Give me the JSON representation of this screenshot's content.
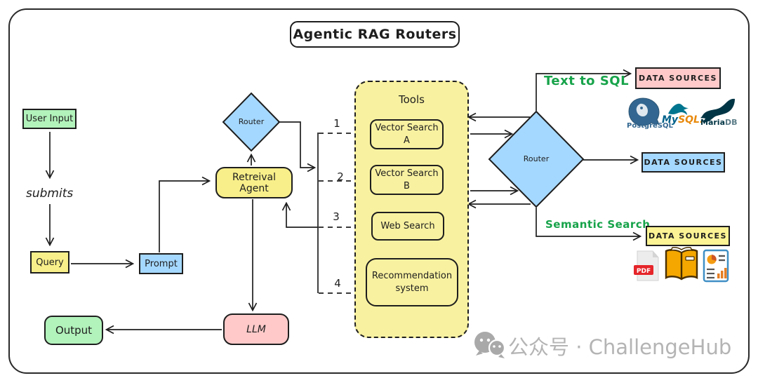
{
  "title": "Agentic RAG Routers",
  "flow": {
    "user_input": "User Input",
    "submits": "submits",
    "query": "Query",
    "prompt": "Prompt",
    "retrieval_agent": "Retreival Agent",
    "llm": "LLM",
    "output": "Output"
  },
  "routers": {
    "left": {
      "label": "Router"
    },
    "right": {
      "label": "Router"
    }
  },
  "tools": {
    "title": "Tools",
    "items": [
      {
        "label": "Vector Search A"
      },
      {
        "label": "Vector Search B"
      },
      {
        "label": "Web Search"
      },
      {
        "label": "Recommendation system"
      }
    ]
  },
  "branches": [
    "1",
    "2",
    "3",
    "4"
  ],
  "routes": {
    "text_to_sql": "Text to SQL",
    "semantic_search": "Semantic Search"
  },
  "data_sources": [
    {
      "label": "DATA SOURCES",
      "color": "#ffc9c9"
    },
    {
      "label": "DATA SOURCES",
      "color": "#a5d8ff"
    },
    {
      "label": "DATA SOURCES",
      "color": "#fbf394"
    }
  ],
  "logos": {
    "postgresql": {
      "name": "PostgreSQL"
    },
    "mysql": {
      "primary": "My",
      "accent": "SQL."
    },
    "mariadb": {
      "primary": "Maria",
      "accent": "DB"
    }
  },
  "doc_icons": {
    "pdf_badge": "PDF"
  },
  "watermark": {
    "text": "公众号 · ChallengeHub"
  },
  "colors": {
    "green_fill": "#b2f2bb",
    "yellow_fill": "#f8ef8a",
    "blue_fill": "#a5d8ff",
    "pink_fill": "#ffc9c9",
    "stroke": "#1e1e1e",
    "route_text": "#17a34a"
  }
}
